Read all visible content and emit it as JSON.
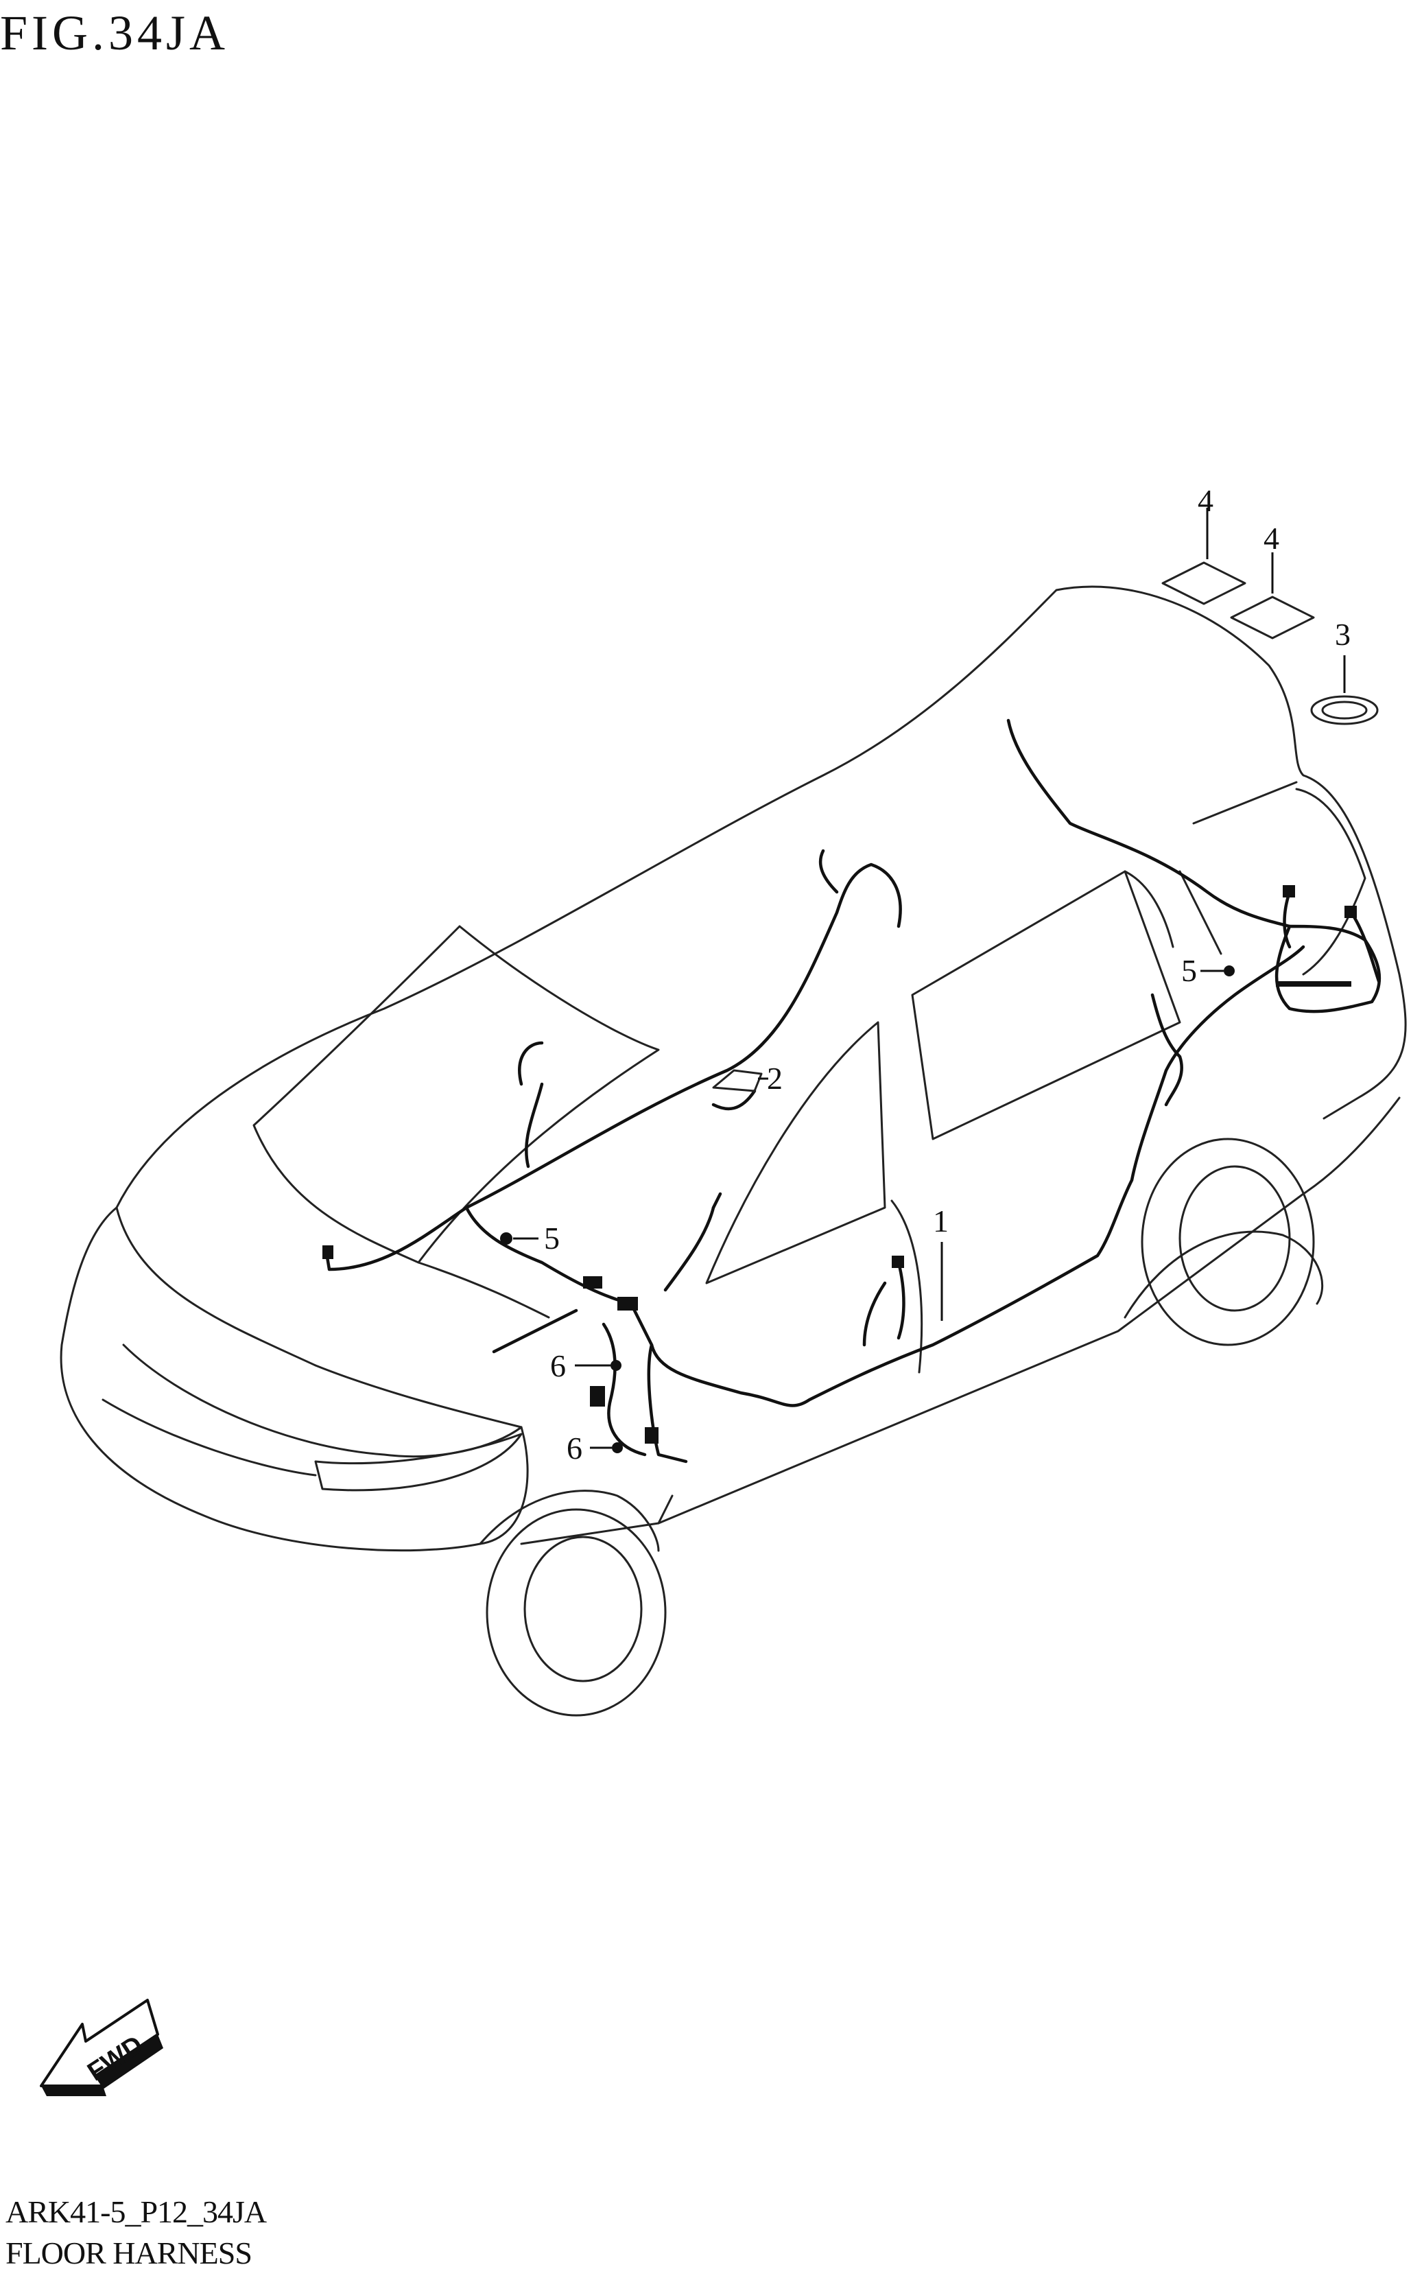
{
  "figure": {
    "title": "FIG.34JA",
    "code": "ARK41-5_P12_34JA",
    "name": "FLOOR HARNESS"
  },
  "callouts": [
    {
      "id": "c1",
      "label": "1"
    },
    {
      "id": "c2",
      "label": "2"
    },
    {
      "id": "c3",
      "label": "3"
    },
    {
      "id": "c4a",
      "label": "4"
    },
    {
      "id": "c4b",
      "label": "4"
    },
    {
      "id": "c5a",
      "label": "5"
    },
    {
      "id": "c5b",
      "label": "5"
    },
    {
      "id": "c6a",
      "label": "6"
    },
    {
      "id": "c6b",
      "label": "6"
    }
  ],
  "fwd_badge": {
    "label": "FWD"
  }
}
